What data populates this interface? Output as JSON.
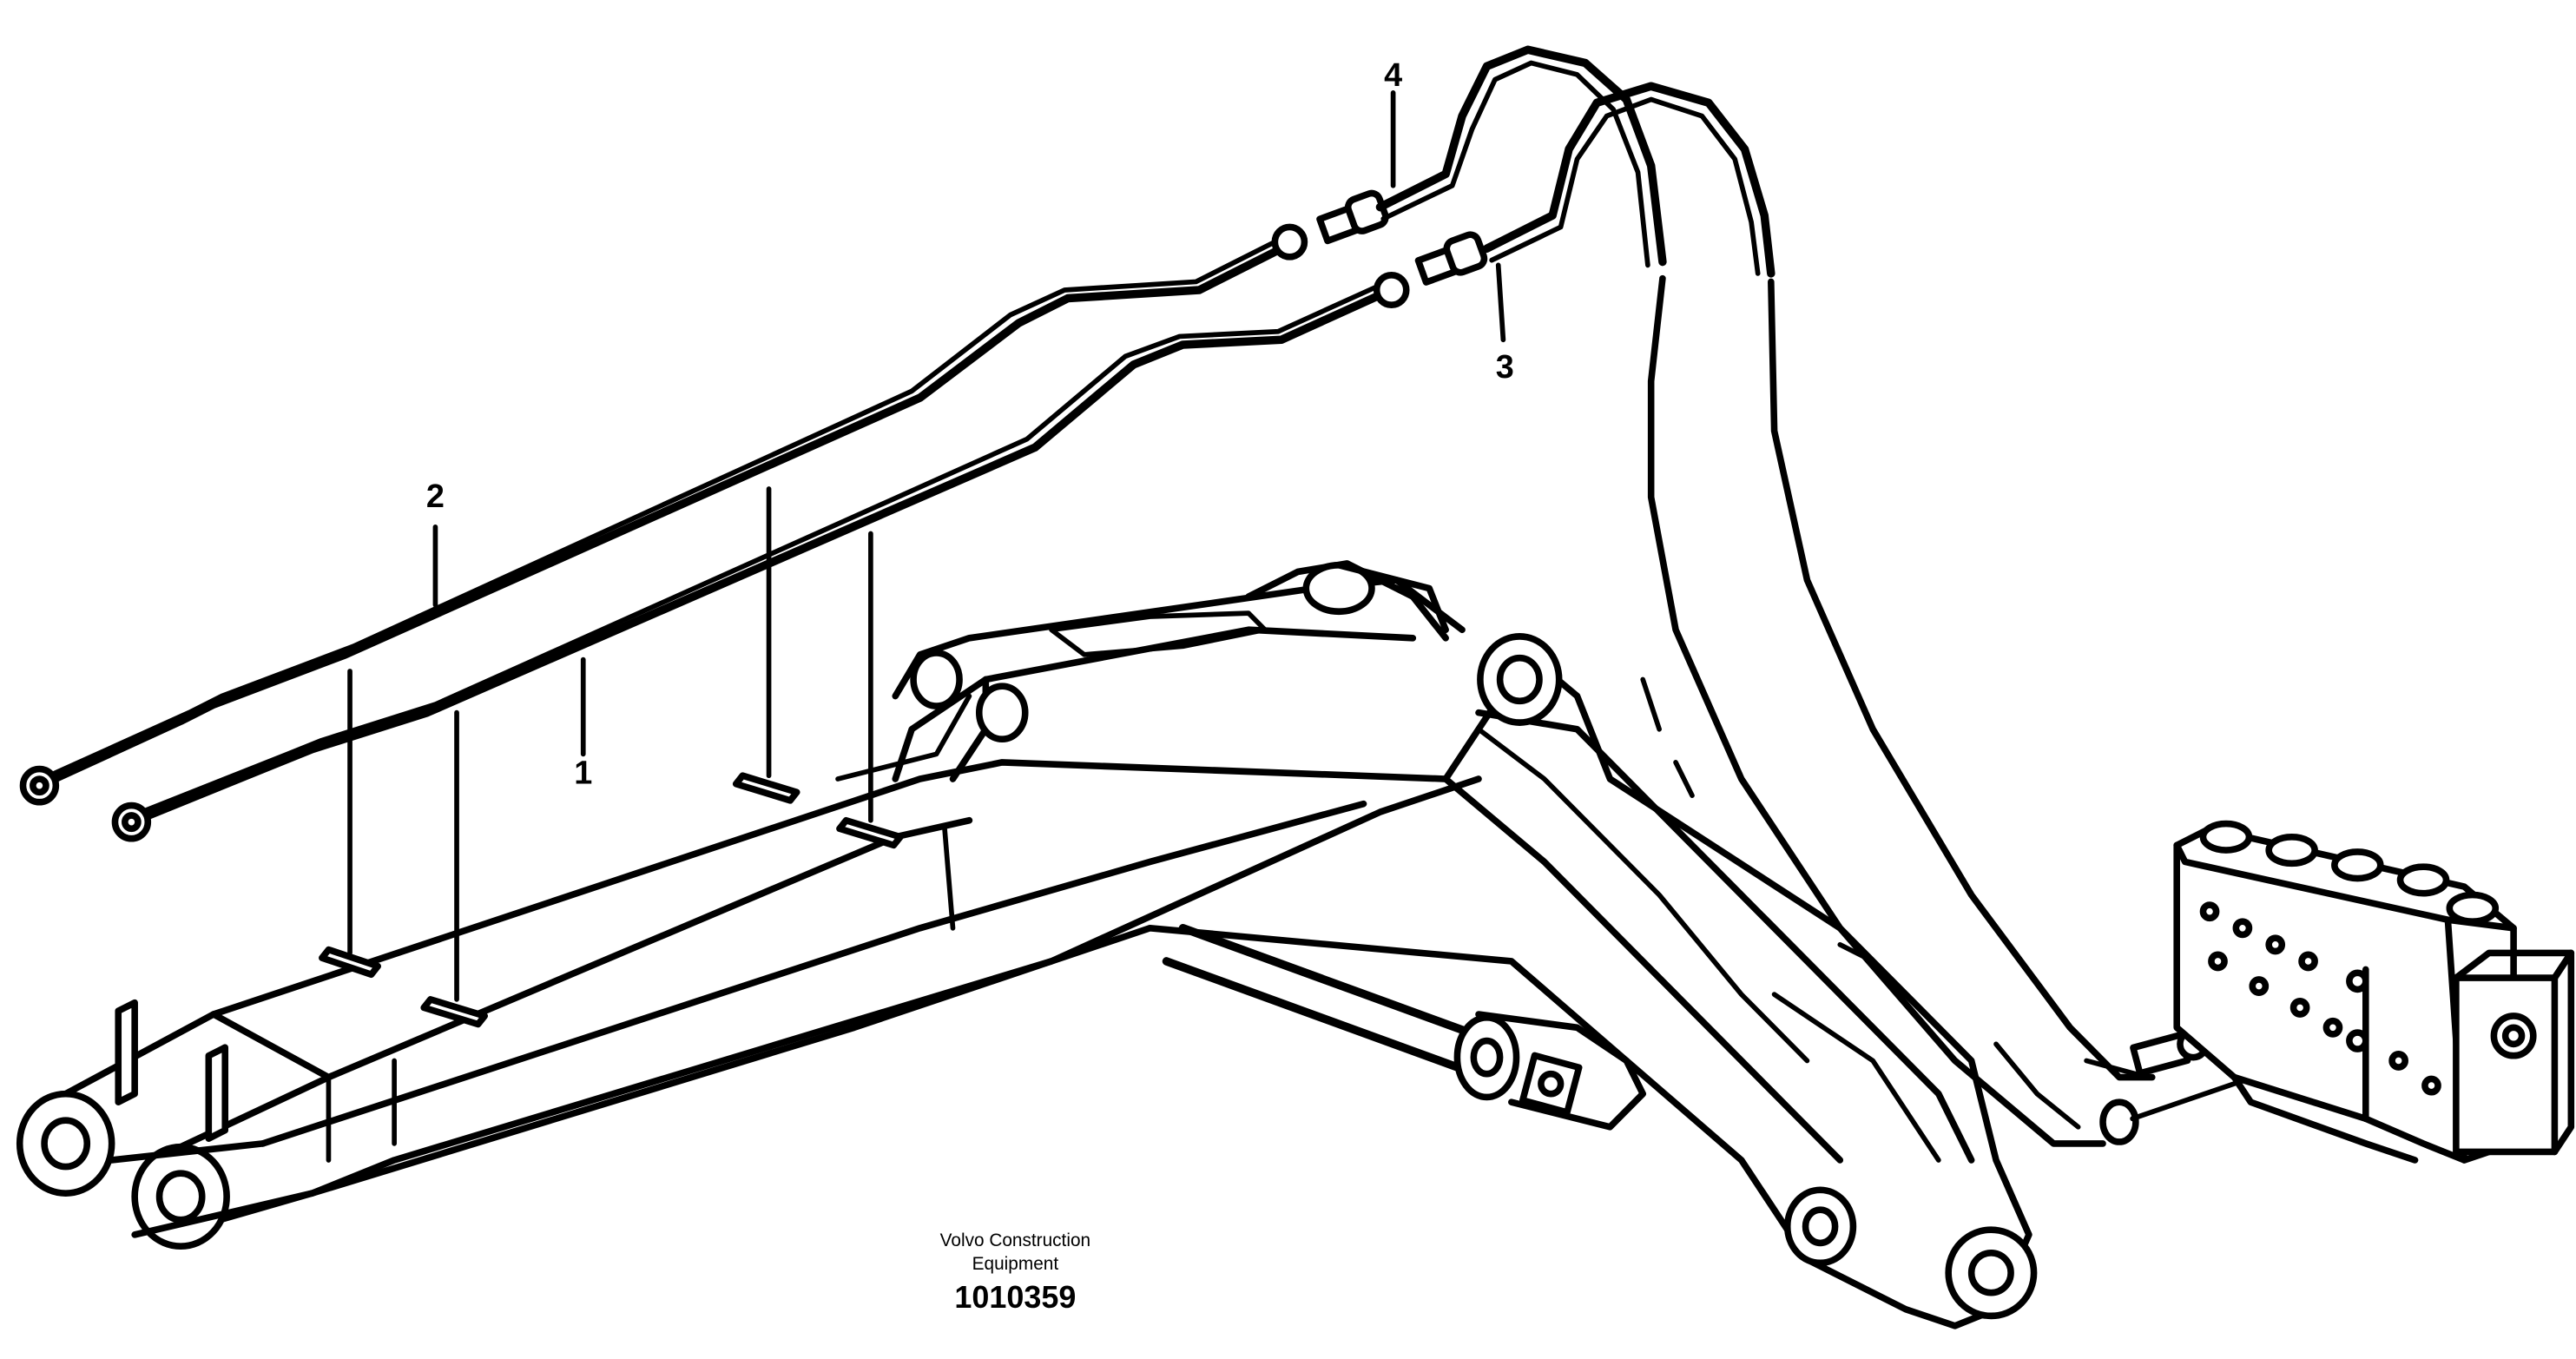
{
  "callouts": [
    {
      "id": "1",
      "label": "1"
    },
    {
      "id": "2",
      "label": "2"
    },
    {
      "id": "3",
      "label": "3"
    },
    {
      "id": "4",
      "label": "4"
    }
  ],
  "caption": {
    "company_line1": "Volvo Construction",
    "company_line2": "Equipment",
    "drawing_number": "1010359"
  }
}
